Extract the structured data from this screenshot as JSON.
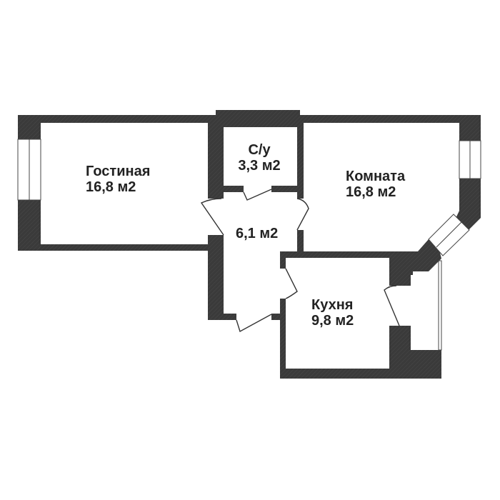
{
  "rooms": {
    "living": {
      "name": "Гостиная",
      "area": "16,8 м2"
    },
    "bathroom": {
      "name": "С/у",
      "area": "3,3 м2"
    },
    "room": {
      "name": "Комната",
      "area": "16,8 м2"
    },
    "hall": {
      "area": "6,1 м2"
    },
    "kitchen": {
      "name": "Кухня",
      "area": "9,8 м2"
    }
  },
  "colors": {
    "wall": "#3a3a3a",
    "background": "#ffffff"
  }
}
